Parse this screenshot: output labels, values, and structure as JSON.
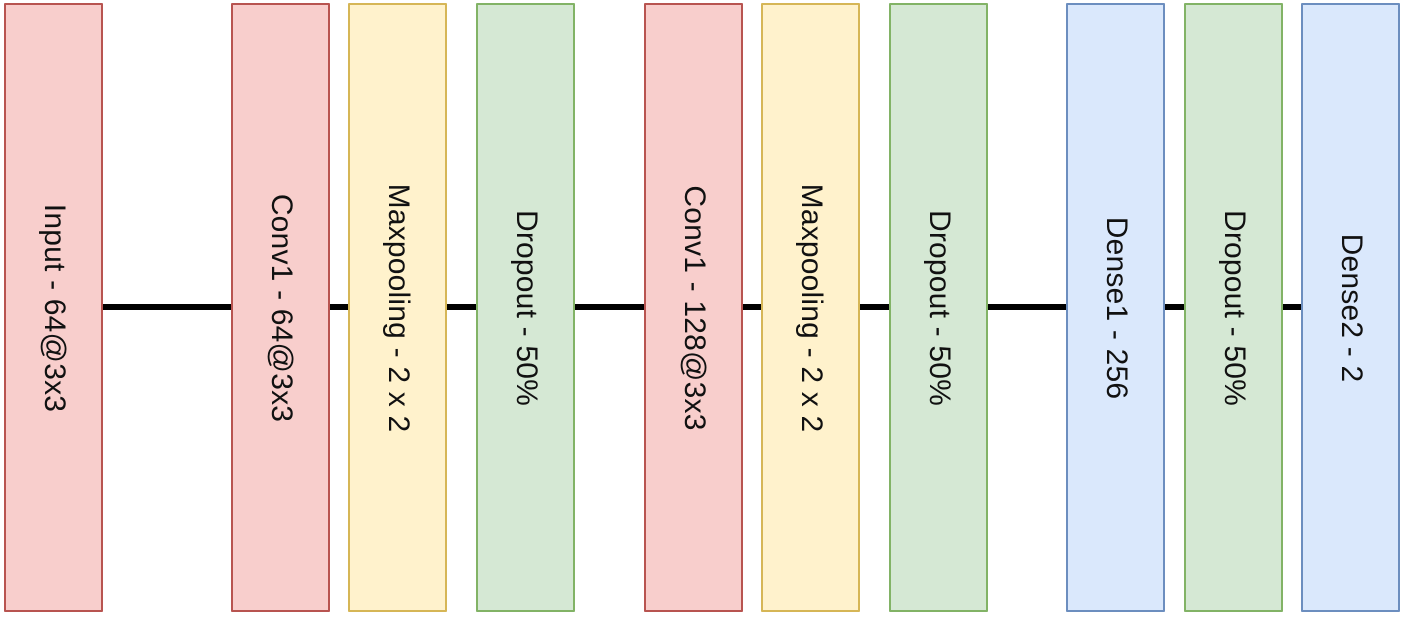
{
  "diagram": {
    "blocks": [
      {
        "label": "Input - 64@3x3",
        "kind": "input"
      },
      {
        "label": "Conv1 - 64@3x3",
        "kind": "conv"
      },
      {
        "label": "Maxpooling - 2 x 2",
        "kind": "pool"
      },
      {
        "label": "Dropout - 50%",
        "kind": "dropout"
      },
      {
        "label": "Conv1 - 128@3x3",
        "kind": "conv"
      },
      {
        "label": "Maxpooling - 2 x 2",
        "kind": "pool"
      },
      {
        "label": "Dropout - 50%",
        "kind": "dropout"
      },
      {
        "label": "Dense1 - 256",
        "kind": "dense"
      },
      {
        "label": "Dropout - 50%",
        "kind": "dropout"
      },
      {
        "label": "Dense2 - 2",
        "kind": "dense"
      }
    ],
    "styles": {
      "input": {
        "fill": "#f8cecc",
        "stroke": "#b85450"
      },
      "conv": {
        "fill": "#f8cecc",
        "stroke": "#b85450"
      },
      "pool": {
        "fill": "#fff2cc",
        "stroke": "#d6b656"
      },
      "dropout": {
        "fill": "#d5e8d4",
        "stroke": "#82b366"
      },
      "dense": {
        "fill": "#dae8fc",
        "stroke": "#6c8ebf"
      }
    },
    "connector_color": "#000000"
  }
}
